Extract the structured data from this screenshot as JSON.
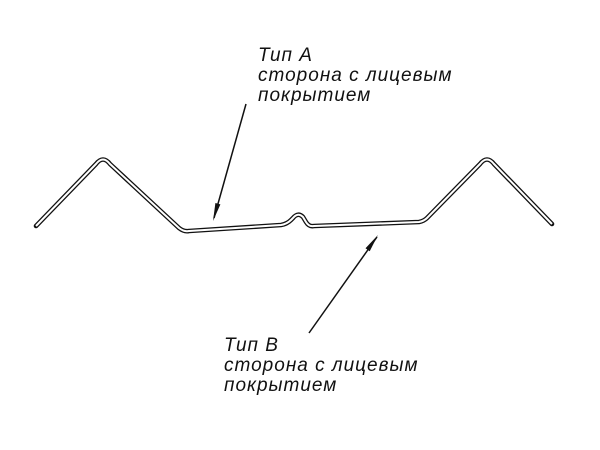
{
  "diagram": {
    "label_a": {
      "title": "Тип А",
      "line1": "сторона с лицевым",
      "line2": "покрытием"
    },
    "label_b": {
      "title": "Тип В",
      "line1": "сторона с лицевым",
      "line2": "покрытием"
    },
    "icons": {
      "leader_arrow": "filled-triangle-arrow"
    }
  },
  "colors": {
    "line": "#111111",
    "background": "#ffffff"
  }
}
